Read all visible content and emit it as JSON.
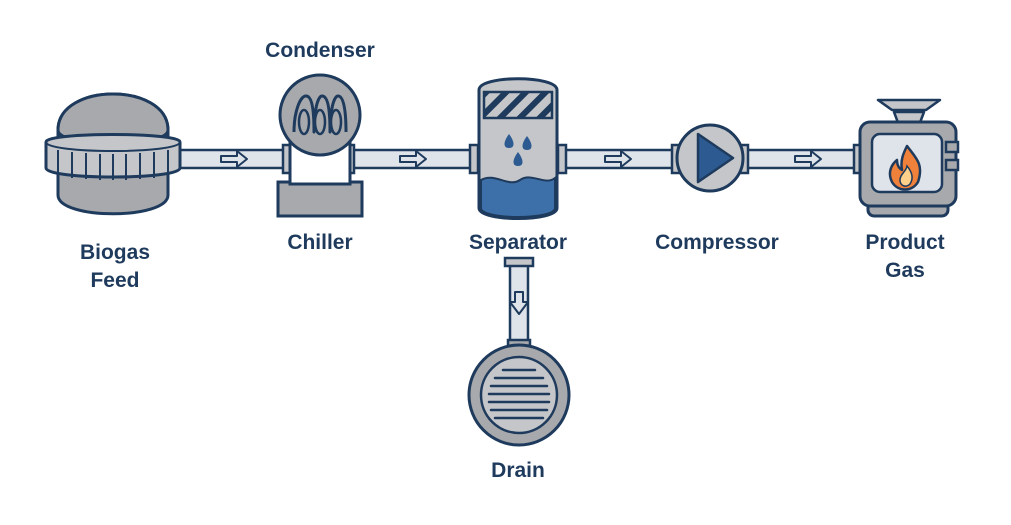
{
  "labels": {
    "biogas_feed_1": "Biogas",
    "biogas_feed_2": "Feed",
    "condenser": "Condenser",
    "chiller": "Chiller",
    "separator": "Separator",
    "compressor": "Compressor",
    "product_gas_1": "Product",
    "product_gas_2": "Gas",
    "drain": "Drain"
  },
  "colors": {
    "outline": "#1e3a5c",
    "body": "#a7a9ac",
    "body_light": "#c4c6c9",
    "pipe": "#dfe3ea",
    "water": "#3d6fa8",
    "accent": "#2c5a91",
    "flame": "#f0813a",
    "flame_inner": "#ffd08a"
  },
  "flow": [
    {
      "from": "Biogas Feed",
      "to": "Chiller"
    },
    {
      "from": "Chiller",
      "to": "Separator"
    },
    {
      "from": "Separator",
      "to": "Compressor"
    },
    {
      "from": "Compressor",
      "to": "Product Gas"
    },
    {
      "from": "Separator",
      "to": "Drain"
    }
  ]
}
